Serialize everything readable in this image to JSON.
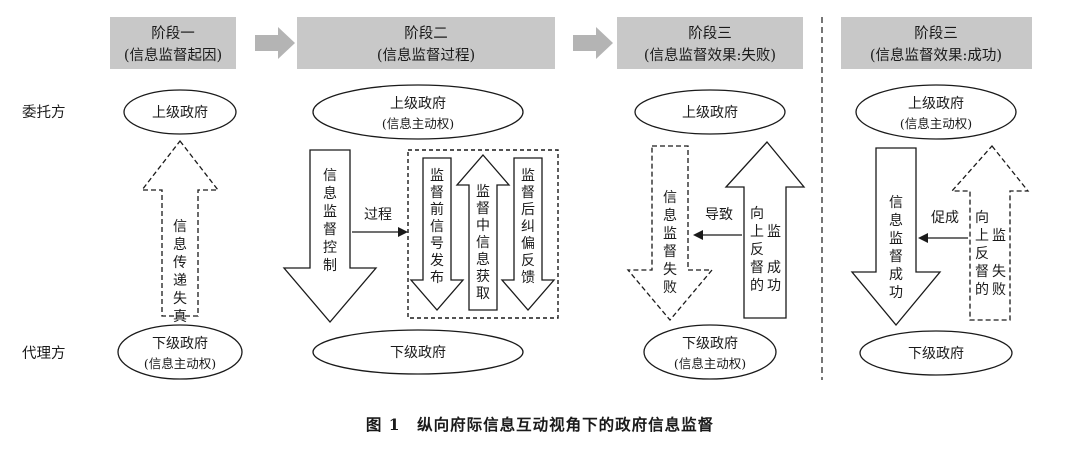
{
  "stages": [
    {
      "title": "阶段一",
      "subtitle": "(信息监督起因)"
    },
    {
      "title": "阶段二",
      "subtitle": "(信息监督过程)"
    },
    {
      "title": "阶段三",
      "subtitle": "(信息监督效果:失败)"
    },
    {
      "title": "阶段三",
      "subtitle": "(信息监督效果:成功)"
    }
  ],
  "roles": {
    "principal": "委托方",
    "agent": "代理方"
  },
  "stage1": {
    "top": "上级政府",
    "bottom": "下级政府",
    "bottom_sub": "(信息主动权)",
    "arrow": [
      "信",
      "息",
      "传",
      "递",
      "失",
      "真"
    ]
  },
  "stage2": {
    "top": "上级政府",
    "top_sub": "(信息主动权)",
    "bottom": "下级政府",
    "left_arrow": [
      "信",
      "息",
      "监",
      "督",
      "控",
      "制"
    ],
    "connector": "过程",
    "box_a": [
      "监",
      "督",
      "前",
      "信",
      "号",
      "发",
      "布"
    ],
    "box_b": [
      "监",
      "督",
      "中",
      "信",
      "息",
      "获",
      "取"
    ],
    "box_c": [
      "监",
      "督",
      "后",
      "纠",
      "偏",
      "反",
      "馈"
    ]
  },
  "stage3_fail": {
    "top": "上级政府",
    "bottom": "下级政府",
    "bottom_sub": "(信息主动权)",
    "left_arrow": [
      "信",
      "息",
      "监",
      "督",
      "失",
      "败"
    ],
    "connector": "导致",
    "right_arrow_col1": [
      "向",
      "上",
      "反",
      "督",
      "的"
    ],
    "right_arrow_col2": [
      "监",
      "成",
      "功"
    ]
  },
  "stage3_success": {
    "top": "上级政府",
    "top_sub": "(信息主动权)",
    "bottom": "下级政府",
    "left_arrow": [
      "信",
      "息",
      "监",
      "督",
      "成",
      "功"
    ],
    "connector": "促成",
    "right_arrow_col1": [
      "向",
      "上",
      "反",
      "督",
      "的"
    ],
    "right_arrow_col2": [
      "监",
      "失",
      "败"
    ]
  },
  "caption": "图 1　纵向府际信息互动视角下的政府信息监督",
  "colors": {
    "header_fill": "#c8c8c8",
    "stage_arrow": "#b4b4b4",
    "ink": "#1a1a1a"
  }
}
